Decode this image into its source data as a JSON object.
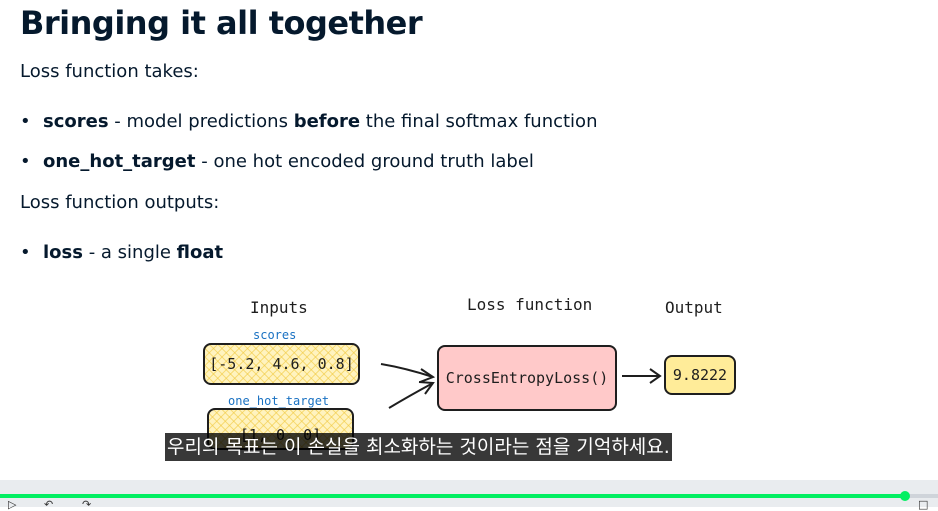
{
  "slide": {
    "title": "Bringing it all together",
    "takes_label": "Loss function takes:",
    "takes_items": [
      {
        "term": "scores",
        "text_a": " - model predictions ",
        "strong": "before",
        "text_b": " the final softmax function"
      },
      {
        "term": "one_hot_target",
        "text_a": " - one hot encoded ground truth label",
        "strong": "",
        "text_b": ""
      }
    ],
    "outputs_label": "Loss function outputs:",
    "outputs_items": [
      {
        "term": "loss",
        "text_a": " - a single ",
        "strong": "float",
        "text_b": ""
      }
    ]
  },
  "diagram": {
    "inputs_title": "Inputs",
    "loss_title": "Loss function",
    "output_title": "Output",
    "scores_label": "scores",
    "scores_value": "[-5.2, 4.6, 0.8]",
    "target_label": "one_hot_target",
    "target_value": "[1, 0, 0]",
    "function_name": "CrossEntropyLoss()",
    "output_value": "9.8222",
    "colors": {
      "input_fill": "#fff3bf",
      "function_fill": "#ffc9c9",
      "output_fill": "#ffec99",
      "label_blue": "#1971c2"
    }
  },
  "subtitle": "우리의 목표는 이 손실을 최소화하는 것이라는 점을 기억하세요.",
  "player": {
    "progress": 0.965,
    "accent": "#03ef62",
    "icons": [
      "play-icon",
      "rewind-icon",
      "forward-icon",
      "fullscreen-icon"
    ]
  }
}
